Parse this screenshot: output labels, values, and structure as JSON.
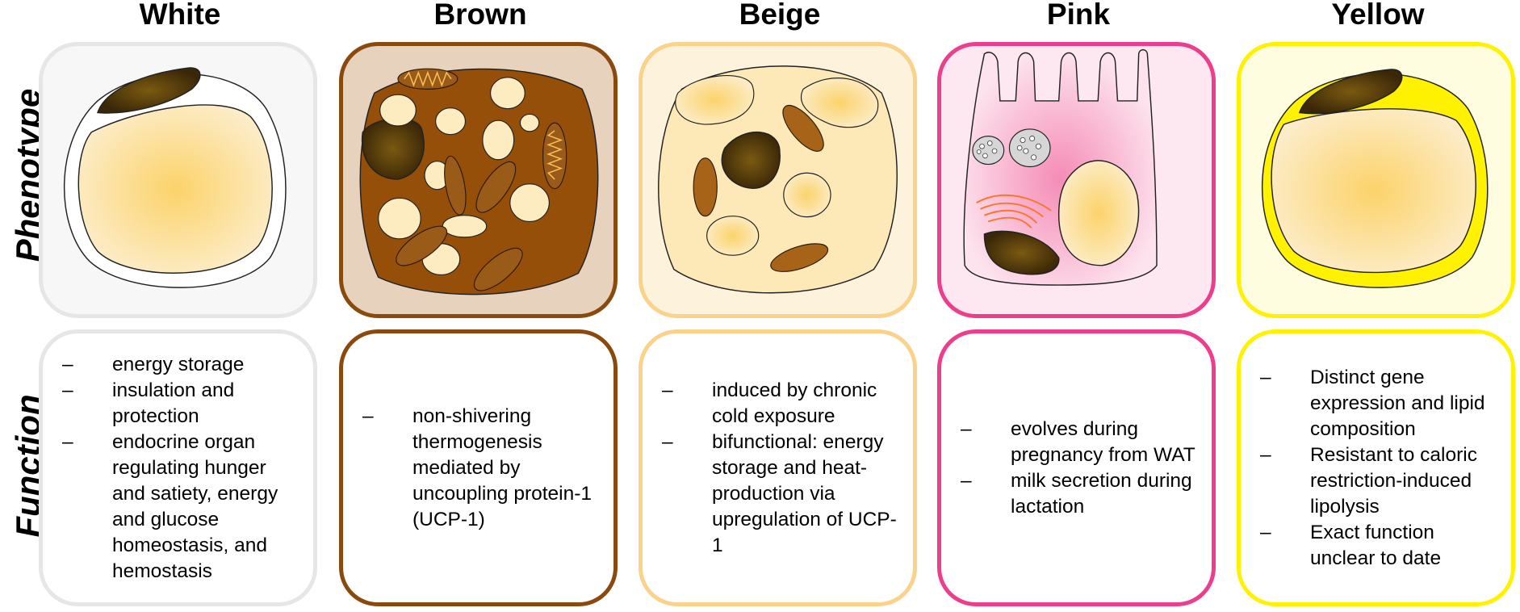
{
  "row_labels": {
    "phenotype": "Phenotype",
    "function": "Function"
  },
  "columns": [
    {
      "title": "White",
      "border": "#e6e6e6",
      "bg": "#f7f7f7",
      "function": [
        "energy storage",
        "insulation and protection",
        "endocrine organ regulating hunger and satiety, energy and glucose homeostasis, and hemostasis"
      ]
    },
    {
      "title": "Brown",
      "border": "#8b4a0d",
      "bg": "#e6d2bd",
      "function": [
        "non-shivering thermogenesis mediated by uncoupling protein-1 (UCP-1)"
      ]
    },
    {
      "title": "Beige",
      "border": "#fad28a",
      "bg": "#fdf2dc",
      "function": [
        "induced by chronic cold exposure",
        "bifunctional: energy storage and heat-production via upregulation of UCP-1"
      ]
    },
    {
      "title": "Pink",
      "border": "#ee3d8c",
      "bg": "#fde7f1",
      "function": [
        "evolves during pregnancy from WAT",
        "milk secretion during lactation"
      ]
    },
    {
      "title": "Yellow",
      "border": "#fff200",
      "bg": "#fffde0",
      "function": [
        "Distinct gene expression and lipid composition",
        "Resistant to caloric restriction-induced lipolysis",
        "Exact function unclear to date"
      ]
    }
  ],
  "dash_symbol": "–"
}
